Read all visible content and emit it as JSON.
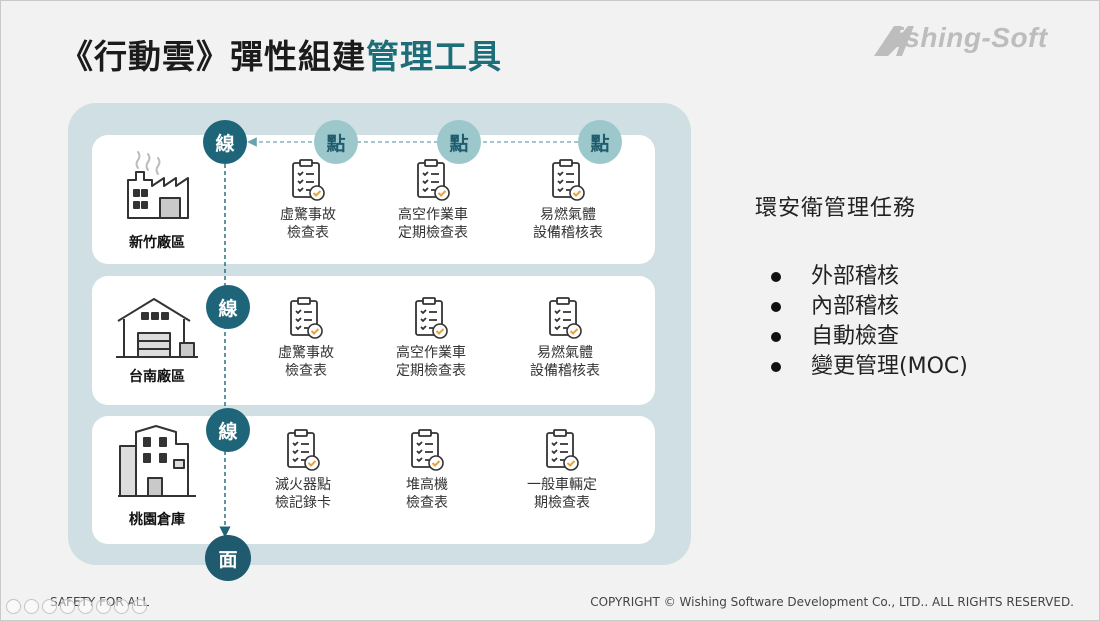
{
  "title": {
    "main": "《行動雲》彈性組建",
    "accent": "管理工具"
  },
  "logo": {
    "text": "ishing-Soft"
  },
  "markers": {
    "line": "線",
    "point": "點",
    "surface": "面"
  },
  "plants": [
    {
      "name": "新竹廠區",
      "forms": [
        {
          "line1": "虛驚事故",
          "line2": "檢查表"
        },
        {
          "line1": "高空作業車",
          "line2": "定期檢查表"
        },
        {
          "line1": "易燃氣體",
          "line2": "設備稽核表"
        }
      ]
    },
    {
      "name": "台南廠區",
      "forms": [
        {
          "line1": "虛驚事故",
          "line2": "檢查表"
        },
        {
          "line1": "高空作業車",
          "line2": "定期檢查表"
        },
        {
          "line1": "易燃氣體",
          "line2": "設備稽核表"
        }
      ]
    },
    {
      "name": "桃園倉庫",
      "forms": [
        {
          "line1": "滅火器點",
          "line2": "檢記錄卡"
        },
        {
          "line1": "堆高機",
          "line2": "檢查表"
        },
        {
          "line1": "一般車輛定",
          "line2": "期檢查表"
        }
      ]
    }
  ],
  "tasks": {
    "title": "環安衛管理任務",
    "items": [
      "外部稽核",
      "內部稽核",
      "自動檢查",
      "變更管理(MOC)"
    ]
  },
  "footer": {
    "left": "SAFETY FOR ALL",
    "right": "COPYRIGHT © Wishing Software Development Co., LTD.. ALL RIGHTS RESERVED."
  },
  "colors": {
    "accent": "#1e6e7a",
    "panel": "#cfdfe3",
    "dark_circle": "#1f6579",
    "light_circle": "#9cc8cc"
  }
}
